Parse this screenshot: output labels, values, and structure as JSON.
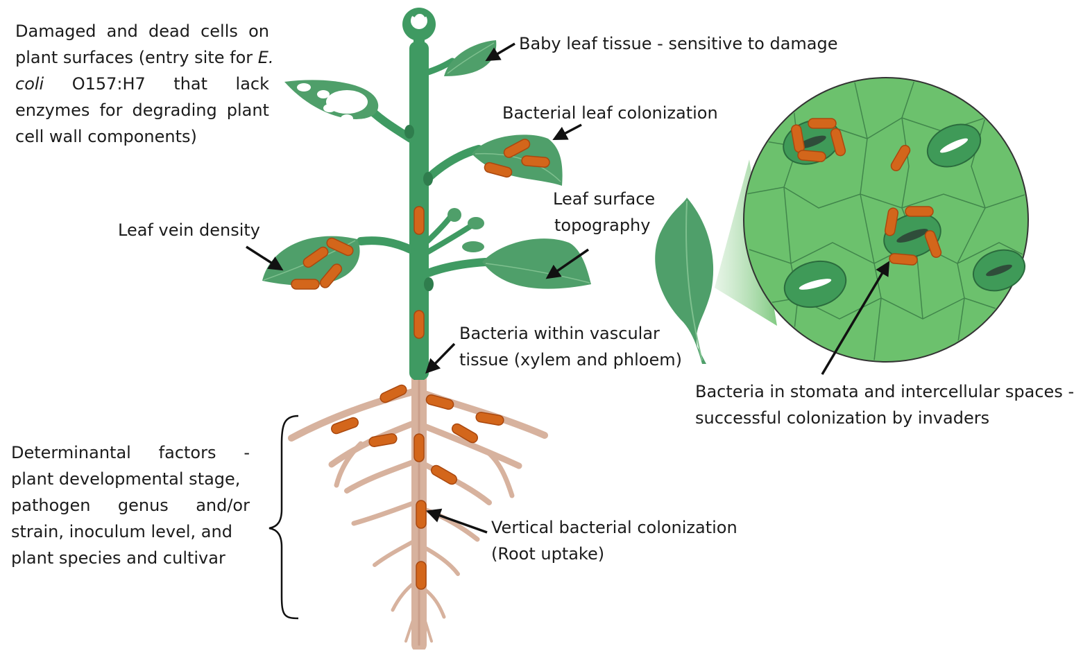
{
  "labels": {
    "damaged_cells": {
      "line1": [
        "Damaged",
        "and",
        "dead",
        "cells",
        "on"
      ],
      "line2_pre": "plant surfaces (entry site for ",
      "line2_italic": "E.",
      "line3_italic": "coli",
      "line3_rest": [
        "O157:H7",
        "that",
        "lack"
      ],
      "line4": [
        "enzymes",
        "for",
        "degrading",
        "plant"
      ],
      "line5": "cell wall components)"
    },
    "baby_leaf": "Baby leaf tissue - sensitive to damage",
    "bacterial_leaf_colonization": "Bacterial leaf colonization",
    "leaf_surface_topography": {
      "line1": "Leaf surface",
      "line2": "topography"
    },
    "leaf_vein_density": "Leaf vein density",
    "vascular_tissue": {
      "line1": "Bacteria within vascular",
      "line2": "tissue (xylem and phloem)"
    },
    "stomata": {
      "line1": "Bacteria in stomata and intercellular spaces -",
      "line2": "successful colonization by invaders"
    },
    "determinantal": {
      "line1": [
        "Determinantal",
        "factors",
        "-"
      ],
      "line2": "plant developmental stage,",
      "line3": [
        "pathogen",
        "genus",
        "and/or"
      ],
      "line4": "strain, inoculum level, and",
      "line5": "plant species and cultivar"
    },
    "vertical_colonization": {
      "line1": "Vertical bacterial colonization",
      "line2": "(Root uptake)"
    }
  },
  "colors": {
    "stem_green": "#3f9a62",
    "leaf_green": "#4f9f6a",
    "leaf_dark": "#2f7d4d",
    "root_tan": "#d7b29e",
    "bacteria_orange": "#d3661b",
    "magnify_bg": "#6cc16d",
    "arrow": "#111111"
  }
}
